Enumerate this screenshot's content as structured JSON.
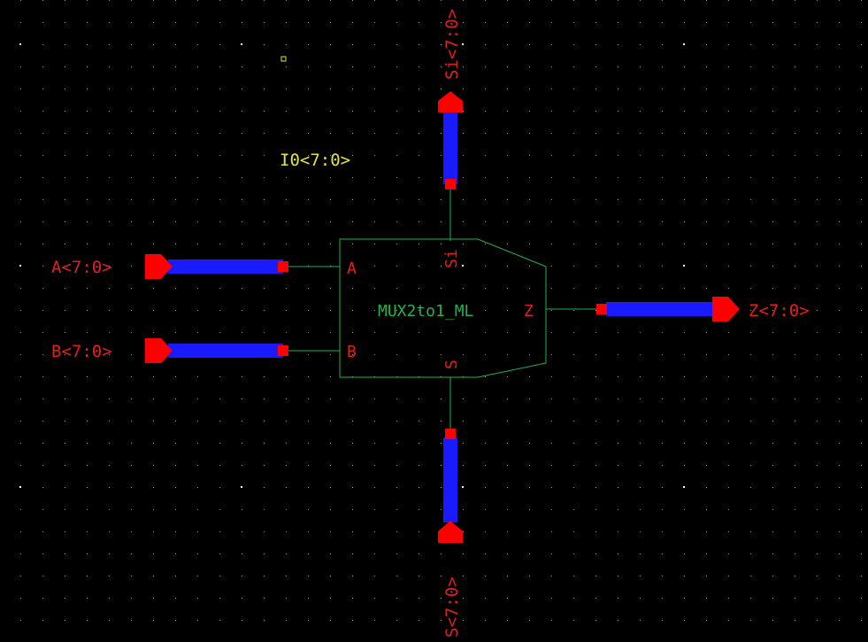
{
  "colors": {
    "background": "#000000",
    "grid": "#9a9a9a",
    "symbol_outline": "#1fb34a",
    "cell_name": "#1fb34a",
    "pin_label": "#e0201c",
    "net_label": "#e0201c",
    "instance_label": "#e6e23c",
    "wire": "#1fb34a",
    "bus": "#1a1aff",
    "pin": "#ff0000",
    "marker": "#e6e23c"
  },
  "instance": {
    "name": "I0<7:0>",
    "cell": "MUX2to1_ML"
  },
  "symbol_pins": {
    "a": "A",
    "b": "B",
    "z": "Z",
    "si": "Si",
    "s": "S"
  },
  "net_labels": {
    "a": "A<7:0>",
    "b": "B<7:0>",
    "z": "Z<7:0>",
    "si": "Si<7:0>",
    "s": "S<7:0>"
  },
  "icons": {
    "input_pin": "arrow-pin-icon",
    "output_pin": "arrow-pin-icon",
    "connection_point": "square-terminal-icon"
  }
}
